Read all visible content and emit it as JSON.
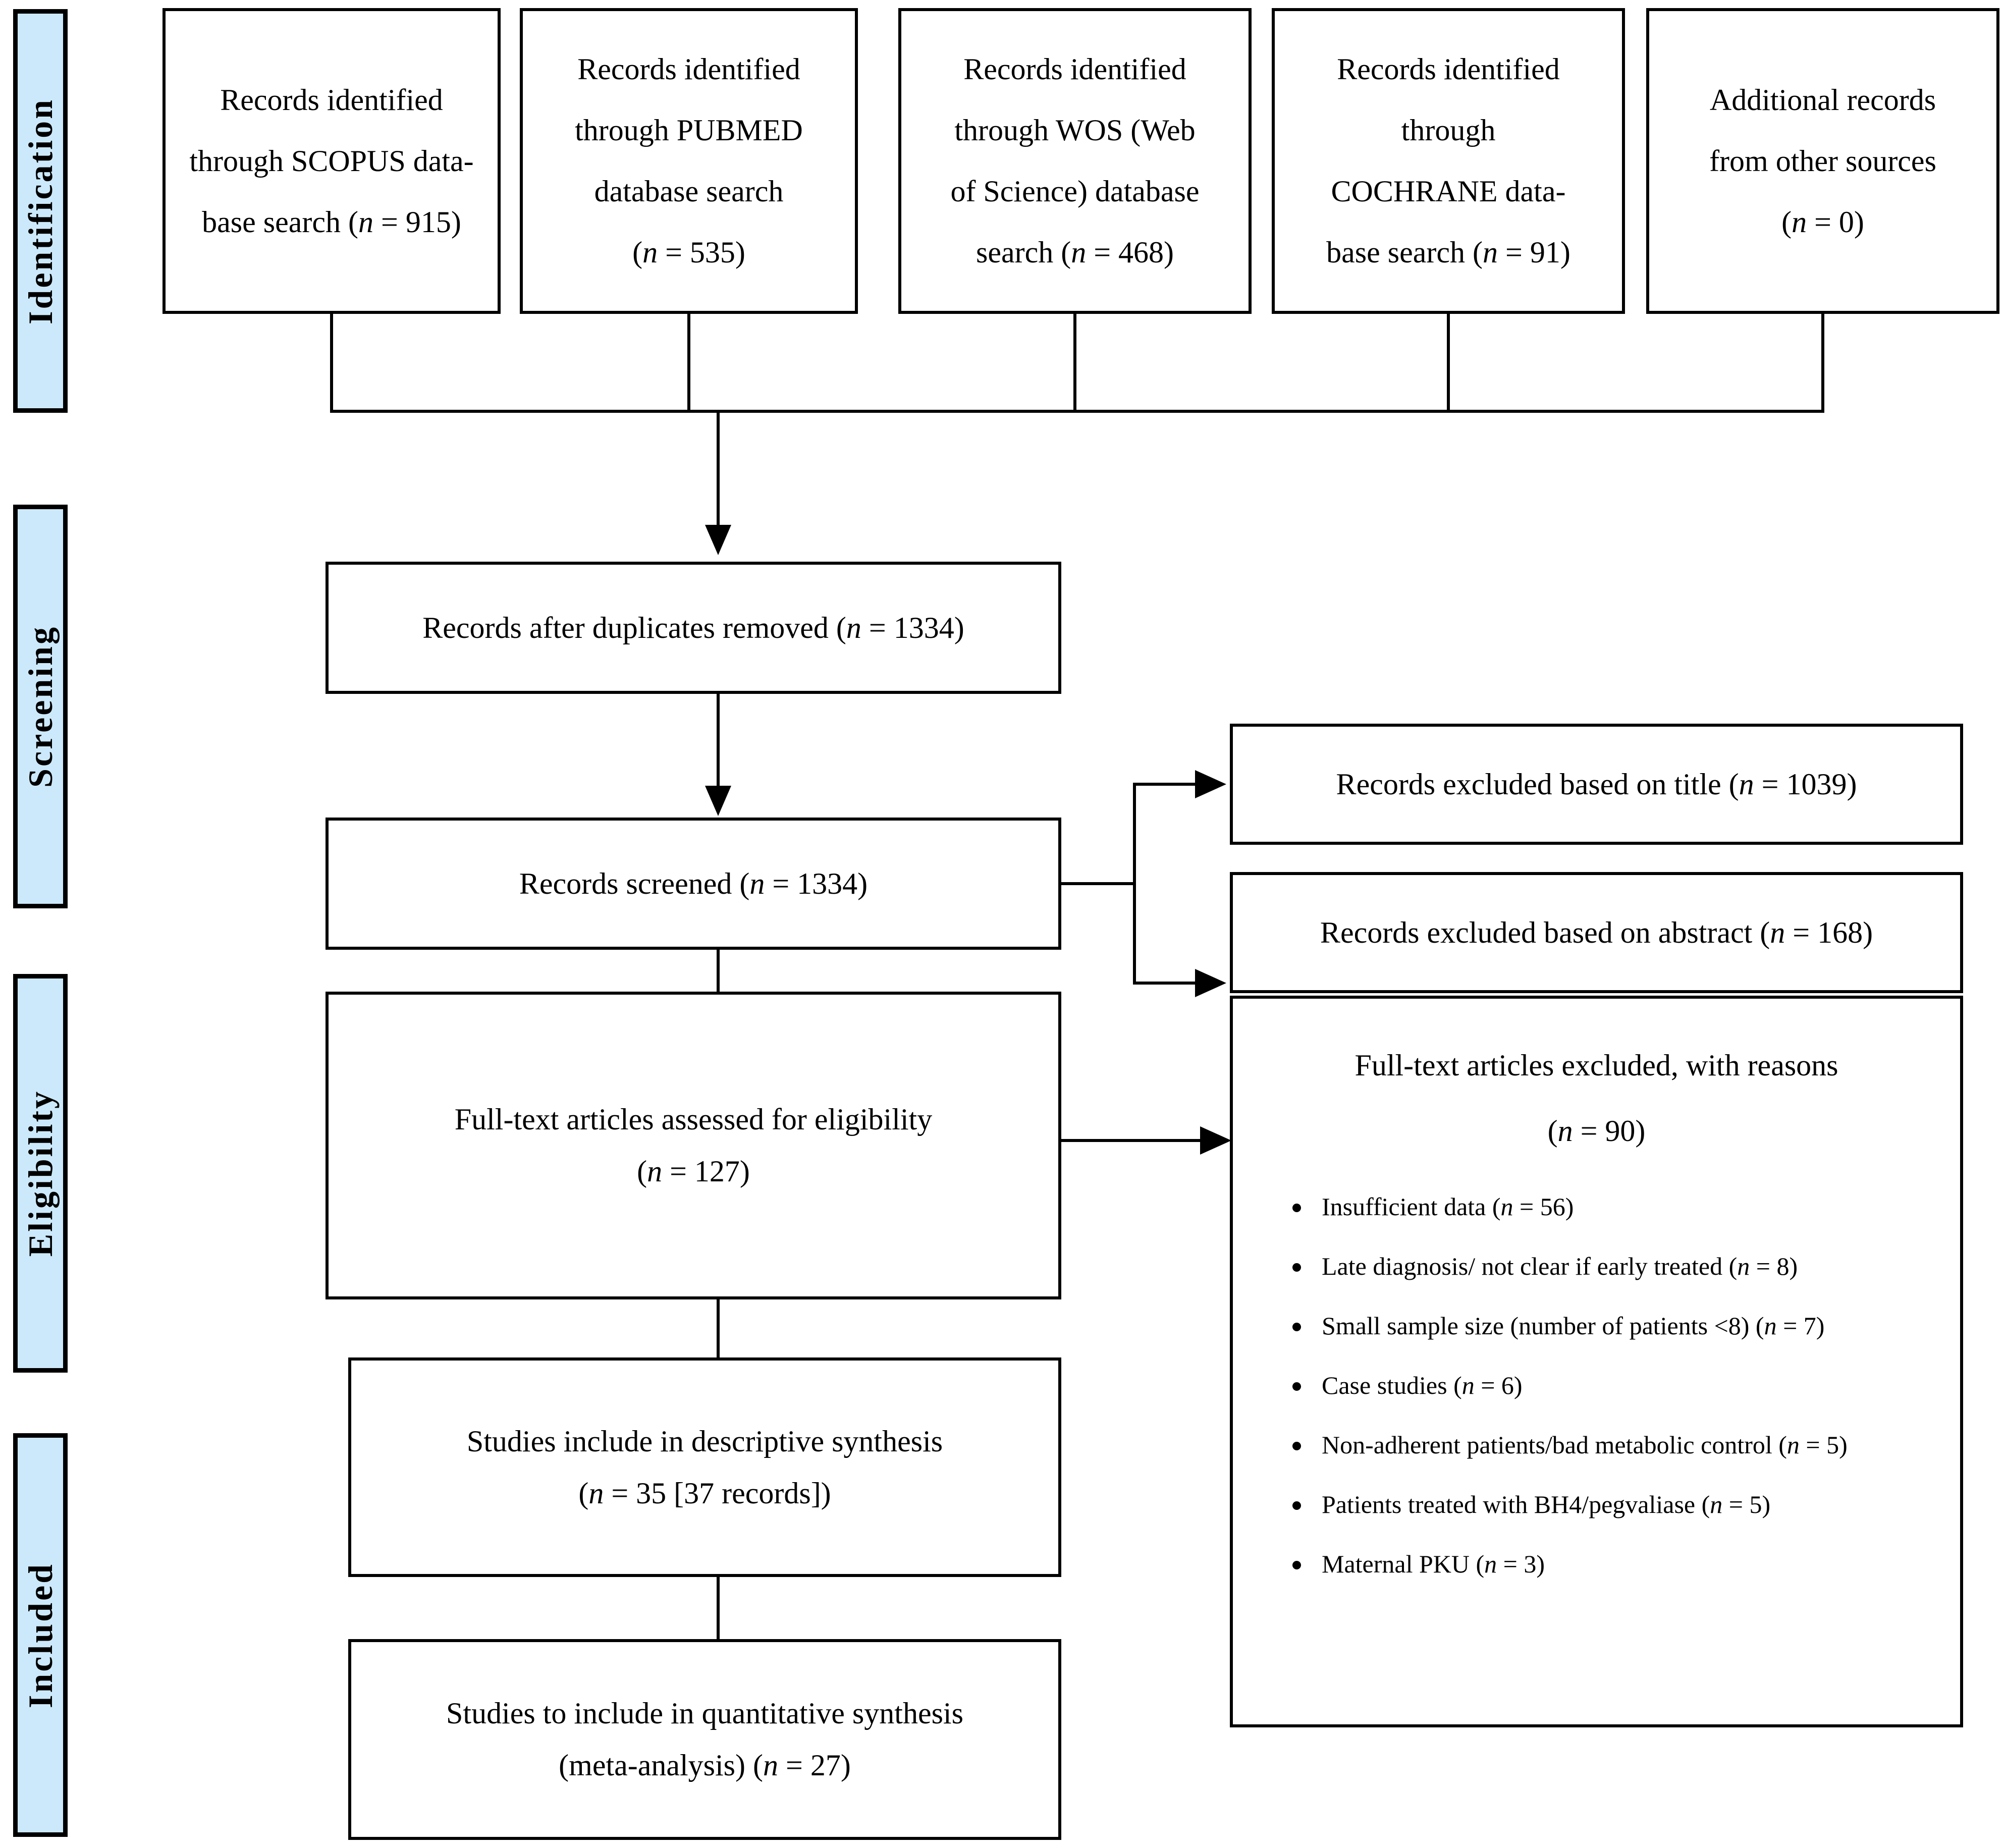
{
  "diagram": {
    "title": "PRISMA flow diagram",
    "accent_color": "#CCE9FB",
    "line_color": "#000000"
  },
  "phases": [
    {
      "id": "identification",
      "label": "Identification"
    },
    {
      "id": "screening",
      "label": "Screening"
    },
    {
      "id": "eligibility",
      "label": "Eligibility"
    },
    {
      "id": "included",
      "label": "Included"
    }
  ],
  "identification": {
    "sources": [
      {
        "id": "scopus",
        "line1": "Records identified",
        "line2": "through SCOPUS data-",
        "line3_prefix": "base search (",
        "n_symbol": "n",
        "n_value": " = 915)"
      },
      {
        "id": "pubmed",
        "line1": "Records identified",
        "line2": "through PUBMED",
        "line3": "database search",
        "line4_prefix": "(",
        "n_symbol": "n",
        "n_value": " = 535)"
      },
      {
        "id": "wos",
        "line1": "Records identified",
        "line2": "through WOS (Web",
        "line3": "of Science) database",
        "line4_prefix": "search (",
        "n_symbol": "n",
        "n_value": " = 468)"
      },
      {
        "id": "cochrane",
        "line1": "Records identified",
        "line2": "through",
        "line3": "COCHRANE data-",
        "line4_prefix": "base search (",
        "n_symbol": "n",
        "n_value": " = 91)"
      },
      {
        "id": "other",
        "line1": "Additional records",
        "line2": "from other sources",
        "line3_prefix": "(",
        "n_symbol": "n",
        "n_value": " = 0)"
      }
    ]
  },
  "screening": {
    "duplicates_removed": {
      "text_prefix": "Records after duplicates removed (",
      "n_symbol": "n",
      "n_value": " = 1334)"
    },
    "records_screened": {
      "text_prefix": "Records screened (",
      "n_symbol": "n",
      "n_value": " = 1334)"
    },
    "excluded_title": {
      "text_prefix": "Records excluded based on title (",
      "n_symbol": "n",
      "n_value": " = 1039)"
    },
    "excluded_abstract": {
      "text_prefix": "Records excluded based on abstract (",
      "n_symbol": "n",
      "n_value": " = 168)"
    }
  },
  "eligibility": {
    "fulltext_assessed": {
      "line1": "Full-text articles assessed for eligibility",
      "line2_prefix": "(",
      "n_symbol": "n",
      "n_value": " = 127)"
    },
    "fulltext_excluded": {
      "title": "Full-text articles excluded, with reasons",
      "count_prefix": "(",
      "n_symbol": "n",
      "count_value": " = 90)",
      "reasons": [
        {
          "text_prefix": "Insufficient data (",
          "n_symbol": "n",
          "n_value": " = 56)"
        },
        {
          "text_prefix": "Late diagnosis/ not clear if early treated (",
          "n_symbol": "n",
          "n_value": " = 8)"
        },
        {
          "text_prefix": "Small sample size (number of patients <8) (",
          "n_symbol": "n",
          "n_value": " = 7)"
        },
        {
          "text_prefix": "Case studies (",
          "n_symbol": "n",
          "n_value": " = 6)"
        },
        {
          "text_prefix": "Non-adherent patients/bad metabolic control (",
          "n_symbol": "n",
          "n_value": " = 5)"
        },
        {
          "text_prefix": "Patients treated with BH4/pegvaliase (",
          "n_symbol": "n",
          "n_value": " = 5)"
        },
        {
          "text_prefix": "Maternal PKU (",
          "n_symbol": "n",
          "n_value": " = 3)"
        }
      ]
    }
  },
  "included": {
    "descriptive": {
      "line1": "Studies include in descriptive synthesis",
      "line2_prefix": "(",
      "n_symbol": "n",
      "n_value": " = 35 [37 records])"
    },
    "quantitative": {
      "line1": "Studies to include in quantitative synthesis",
      "line2_prefix": "(meta-analysis) (",
      "n_symbol": "n",
      "n_value": " = 27)"
    }
  }
}
